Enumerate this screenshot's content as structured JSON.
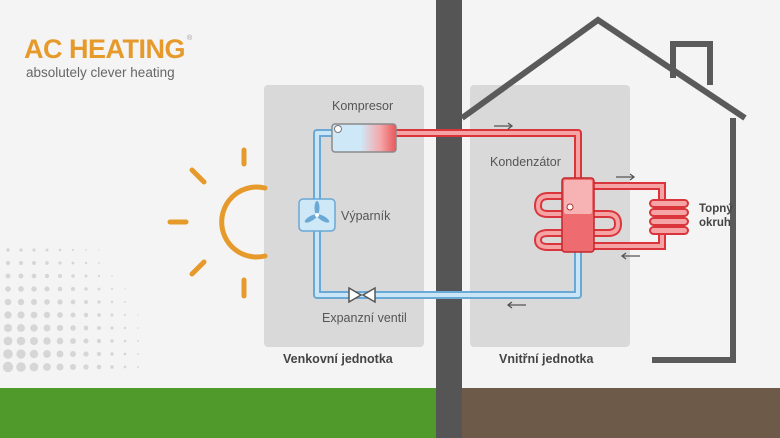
{
  "brand": {
    "logo_text": "AC HEATING",
    "tagline": "absolutely clever heating"
  },
  "labels": {
    "compressor": "Kompresor",
    "evaporator": "Výparník",
    "expansion_valve": "Expanzní ventil",
    "condenser": "Kondenzátor",
    "heating_circuit_line1": "Topný",
    "heating_circuit_line2": "okruh",
    "outdoor_unit": "Venkovní jednotka",
    "indoor_unit": "Vnitřní jednotka"
  },
  "colors": {
    "accent_orange": "#e69a2b",
    "pipe_cold": "#bfe0f4",
    "pipe_cold_stroke": "#6aa8d6",
    "pipe_hot": "#f08a8d",
    "pipe_hot_stroke": "#d9353a",
    "unit_box": "#d8d8d8",
    "wall": "#555555",
    "grass": "#4f9a2a",
    "soil": "#6e5a48"
  },
  "icons": {
    "sun": "sun-icon",
    "fan": "fan-icon",
    "valve": "valve-icon",
    "house": "house-outline",
    "radiator": "radiator-icon"
  }
}
